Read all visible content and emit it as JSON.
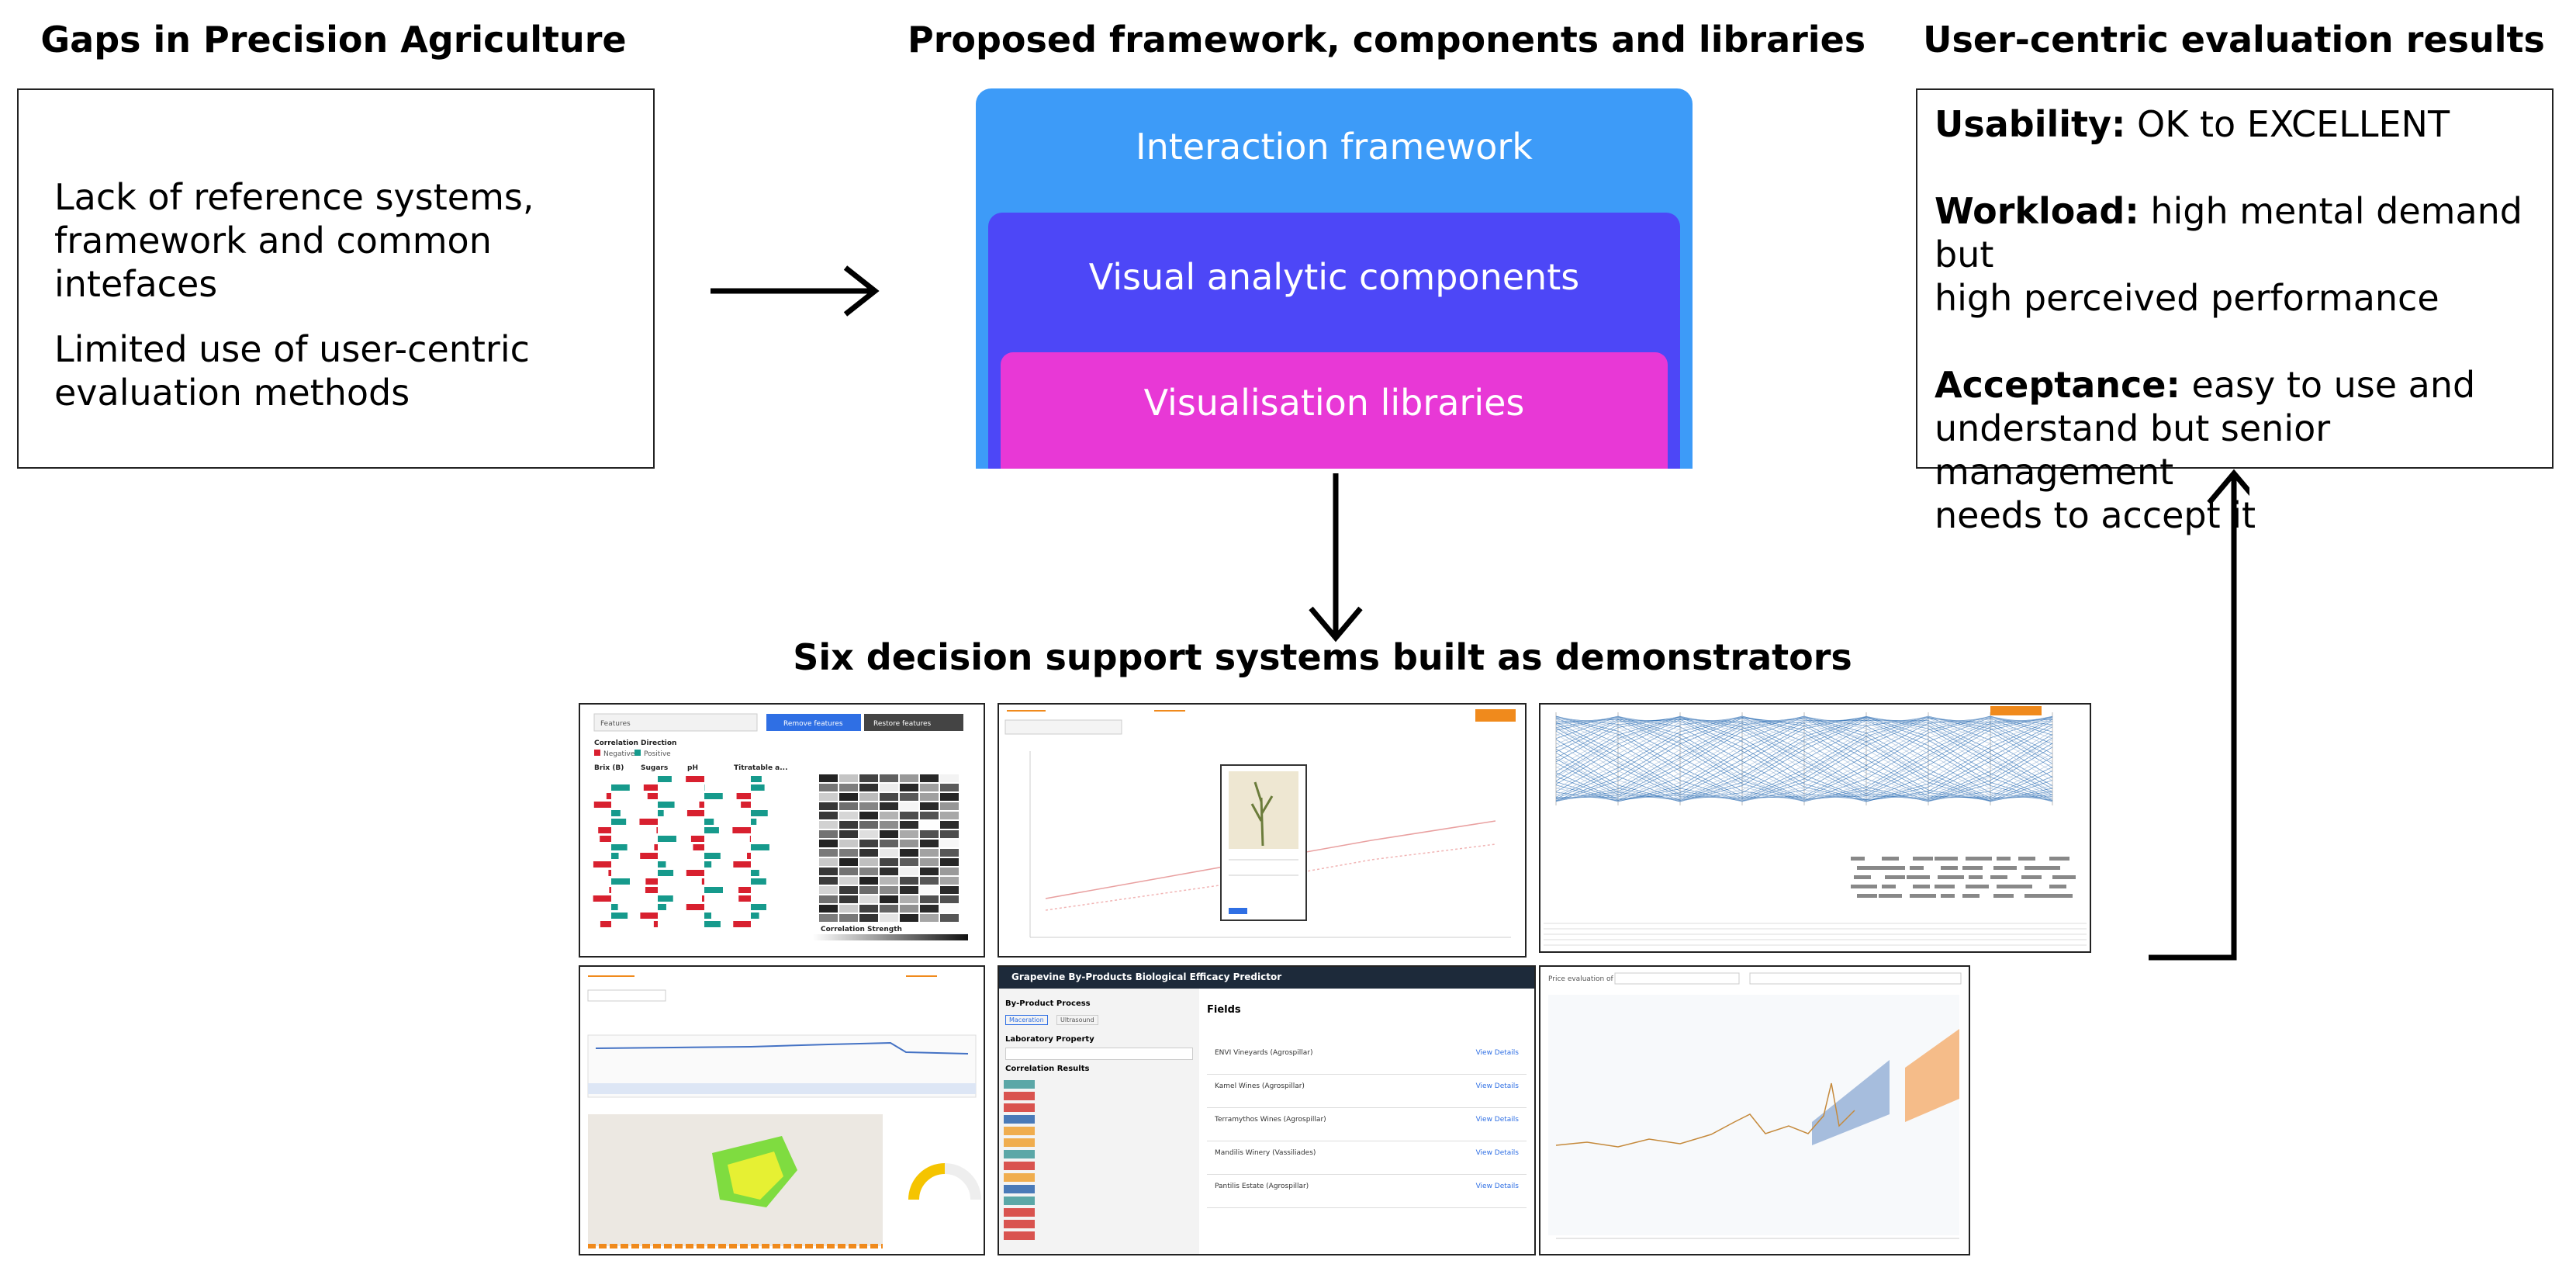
{
  "headings": {
    "gaps": "Gaps in Precision Agriculture",
    "framework": "Proposed framework, components and libraries",
    "evaluation": "User-centric evaluation results",
    "demonstrators": "Six decision support systems built as demonstrators"
  },
  "gaps": {
    "line1a": "Lack of reference systems,",
    "line1b": "framework and common intefaces",
    "line2a": "Limited use of user-centric",
    "line2b": "evaluation methods"
  },
  "layers": {
    "interaction": "Interaction framework",
    "components": "Visual analytic components",
    "libraries": "Visualisation libraries"
  },
  "evaluation": {
    "usability_label": "Usability:",
    "usability_text": " OK to EXCELLENT",
    "workload_label": "Workload:",
    "workload_text_a": " high mental demand but",
    "workload_text_b": "high perceived performance",
    "acceptance_label": "Acceptance:",
    "acceptance_text_a": " easy to use and",
    "acceptance_text_b": "understand but senior management",
    "acceptance_text_c": "needs to accept it"
  },
  "colors": {
    "interaction": "#3d9bf8",
    "components": "#4d47f7",
    "libraries": "#e838d6",
    "arrow": "#000000"
  },
  "screens": {
    "s1": {
      "select": "Features",
      "btn1": "Remove features",
      "btn2": "Restore features",
      "legend_title": "Correlation Direction",
      "neg": "Negative",
      "pos": "Positive",
      "cols": [
        "Brix (B)",
        "Sugars",
        "pH",
        "Titratable a..."
      ],
      "footer": "Correlation Strength"
    },
    "s2": {
      "title": "Grapevine By-Products Biological Efficacy Predictor",
      "process": "By-Product Process",
      "tab1": "Maceration",
      "tab2": "Ultrasound",
      "property": "Laboratory Property",
      "results": "Correlation Results",
      "fields": "Fields",
      "view": "View Details",
      "field_names": [
        "ENVI Vineyards (Agrospillar)",
        "Kamel Wines (Agrospillar)",
        "Terramythos Wines (Agrospillar)",
        "Mandilis Winery (Vassiliades)",
        "Pantilis Estate (Agrospillar)"
      ]
    },
    "s3": {
      "title": "Price evaluation of"
    }
  }
}
